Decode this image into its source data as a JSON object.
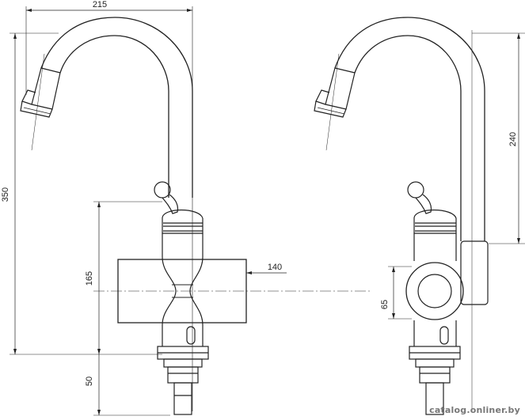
{
  "dimensions": {
    "width_top": "215",
    "height_total": "350",
    "body_height": "165",
    "body_width": "140",
    "bottom_height": "50",
    "side_height": "240",
    "side_small": "65"
  },
  "watermark": "catalog.onliner.by",
  "colors": {
    "line": "#222222",
    "thin": "#333333",
    "watermark": "#777777"
  }
}
